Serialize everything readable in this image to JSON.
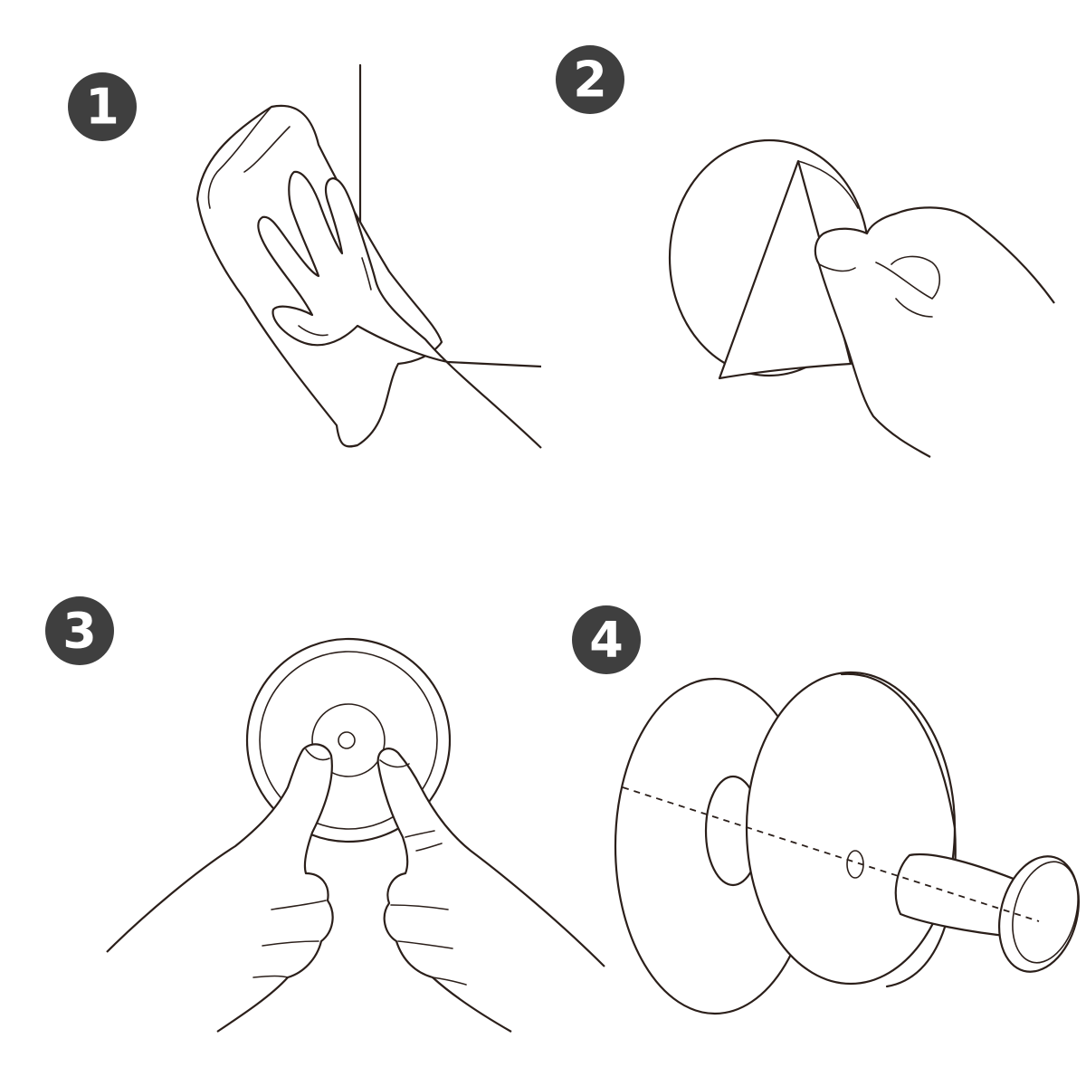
{
  "steps": [
    {
      "number": "1"
    },
    {
      "number": "2"
    },
    {
      "number": "3"
    },
    {
      "number": "4"
    }
  ],
  "colors": {
    "badge": "#3f3f3f",
    "badge_text": "#ffffff",
    "line": "#2b1f1a",
    "background": "#ffffff"
  }
}
